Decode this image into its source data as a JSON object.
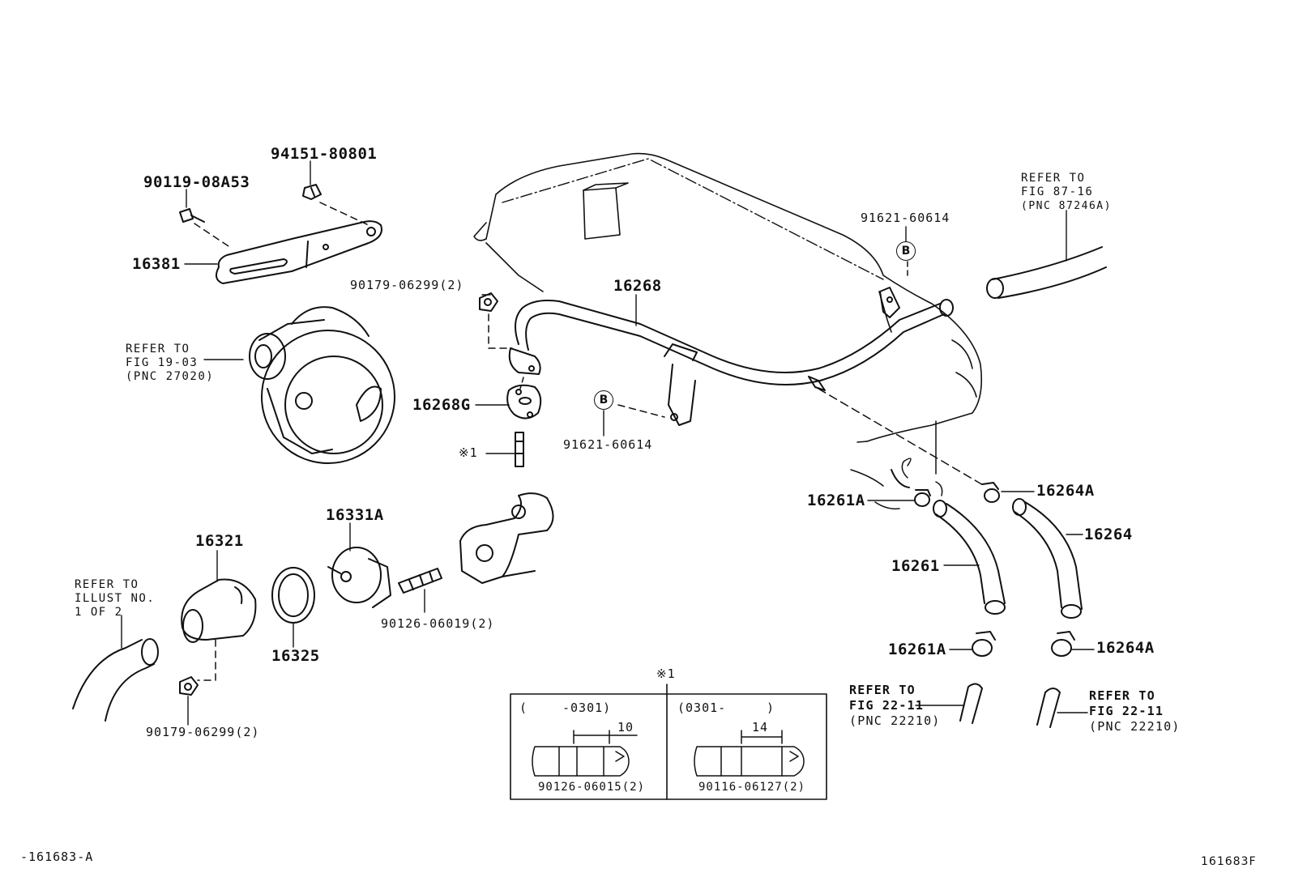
{
  "labels": {
    "p94151": "94151-80801",
    "p90119": "90119-08A53",
    "p16381": "16381",
    "refer_alt": [
      "REFER TO",
      "FIG 19-03",
      "(PNC 27020)"
    ],
    "p90179_top": "90179-06299(2)",
    "p16268": "16268",
    "p16268g": "16268G",
    "note1": "※1",
    "b_left": "B",
    "p91621_lower": "91621-60614",
    "p91621_upper": "91621-60614",
    "b_right": "B",
    "refer_87": [
      "REFER TO",
      "FIG 87-16",
      "(PNC 87246A)"
    ],
    "p16331a": "16331A",
    "p16321": "16321",
    "p16325": "16325",
    "p90126_main": "90126-06019(2)",
    "refer_illust": [
      "REFER TO",
      "ILLUST NO.",
      "1 OF 2"
    ],
    "p90179_bottom": "90179-06299(2)",
    "p16261a_top": "16261A",
    "p16264a_top": "16264A",
    "p16261": "16261",
    "p16264": "16264",
    "p16261a_bot": "16261A",
    "p16264a_bot": "16264A",
    "refer_22_left": [
      "REFER TO",
      "FIG 22-11",
      "(PNC 22210)"
    ],
    "refer_22_right": [
      "REFER TO",
      "FIG 22-11",
      "(PNC 22210)"
    ]
  },
  "detail_box": {
    "title": "※1",
    "left": {
      "range_open": "(",
      "range_end": "-0301)",
      "dim": "10",
      "part": "90126-06015(2)"
    },
    "right": {
      "range_start": "(0301-",
      "range_close": ")",
      "dim": "14",
      "part": "90116-06127(2)"
    }
  },
  "footer": {
    "left": "-161683-A",
    "right": "161683F"
  }
}
